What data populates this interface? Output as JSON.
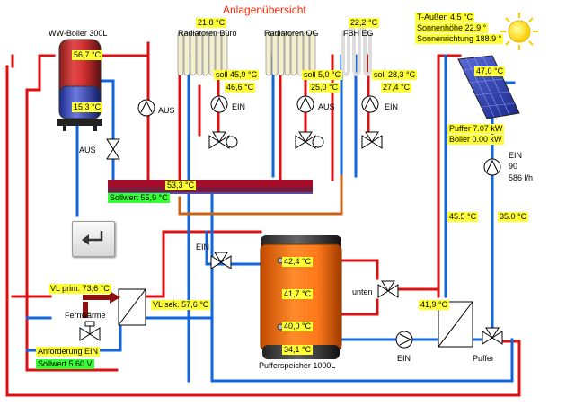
{
  "title": "Anlagenübersicht",
  "outside": {
    "temp": "T-Außen 4,5 °C",
    "sun_height": "Sonnenhöhe 22.9 °",
    "sun_direction": "Sonnenrichtung 188.9 °"
  },
  "boiler": {
    "name": "WW-Boiler 300L",
    "temp_top": "56,7 °C",
    "temp_bottom": "15,3 °C",
    "pump_state": "AUS",
    "valve_state": "AUS"
  },
  "radiators_office": {
    "name": "Radiatoren Büro",
    "room_temp": "21,8 °C",
    "setpoint": "soll 45,9 °C",
    "flow_temp": "46,6 °C",
    "pump_state": "EIN"
  },
  "radiators_og": {
    "name": "Radiatoren OG",
    "setpoint": "soll 5,0 °C",
    "flow_temp": "25,0 °C",
    "pump_state": "AUS"
  },
  "floor_heating": {
    "name": "FBH EG",
    "room_temp": "22,2 °C",
    "setpoint": "soll 28,3 °C",
    "flow_temp": "27,4 °C",
    "pump_state": "EIN"
  },
  "manifold": {
    "temp": "53,3 °C",
    "setpoint": "Sollwert 55,9 °C"
  },
  "solar": {
    "collector_temp": "47,0 °C",
    "buffer_power": "Puffer 7.07 kW",
    "boiler_power": "Boiler 0.00 kW",
    "pump_state": "EIN",
    "pump_speed": "90",
    "flow_rate": "586 l/h",
    "flow_temp": "45.5 °C",
    "return_temp": "35.0 °C",
    "hx_temp": "41,9 °C",
    "valve_label": "Puffer"
  },
  "buffer": {
    "name": "Pufferspeicher 1000L",
    "temp_top": "42,4 °C",
    "temp_upper_mid": "41,7 °C",
    "temp_lower_mid": "40,0 °C",
    "temp_bottom": "34,1 °C",
    "valve_label": "unten",
    "valve_state": "EIN",
    "pump_state": "EIN"
  },
  "district_heating": {
    "name": "Fernwärme",
    "vl_prim": "VL prim. 73,6 °C",
    "vl_sek": "VL sek. 57,6 °C",
    "request": "Anforderung EIN",
    "setpoint": "Sollwert 5.60 V"
  },
  "colors": {
    "hot": "#dd1111",
    "cold": "#1166dd",
    "tank": "#ff7a1a",
    "label": "#ffff33",
    "setpoint": "#33ff33"
  },
  "icons": [
    "back-arrow-icon",
    "sun-icon",
    "pump-icon",
    "mixing-valve-icon",
    "heat-exchanger-icon"
  ]
}
